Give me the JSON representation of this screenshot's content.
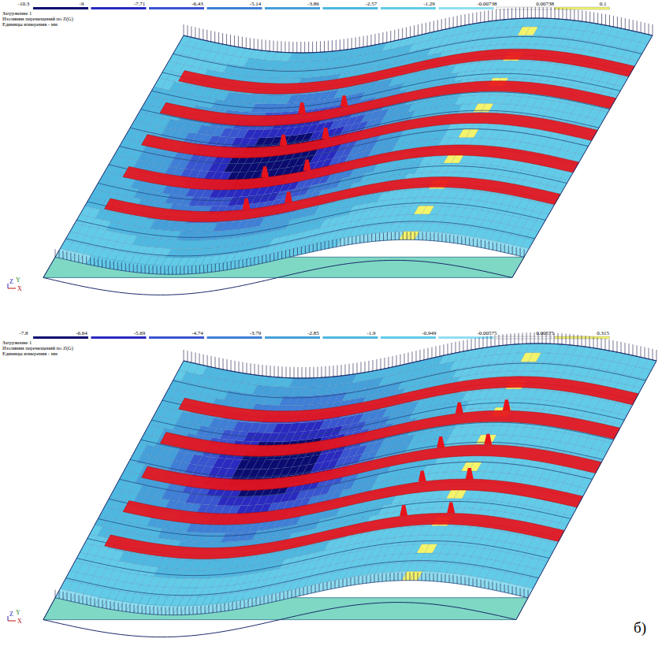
{
  "diagram": {
    "labels": [
      "-10.3",
      "-9",
      "-7.71",
      "-6.43",
      "-5.14",
      "-3.86",
      "-2.57",
      "-1.29",
      "-0.00738",
      "0.00738",
      "0.1",
      "Загружение 1",
      "Изолинии перемещений по Z(G)",
      "Единицы измерения - мм",
      "Z",
      "Y",
      "X",
      "-7.8",
      "-6.64",
      "-5.69",
      "-4.74",
      "-3.79",
      "-2.85",
      "-1.9",
      "-0.949",
      "-0.00575",
      "0.00575",
      "0.315",
      "Загружение 1",
      "Изолинии перемещений по Z(G)",
      "Единицы измерения - мм",
      "Z",
      "Y",
      "X",
      "б)"
    ]
  }
}
